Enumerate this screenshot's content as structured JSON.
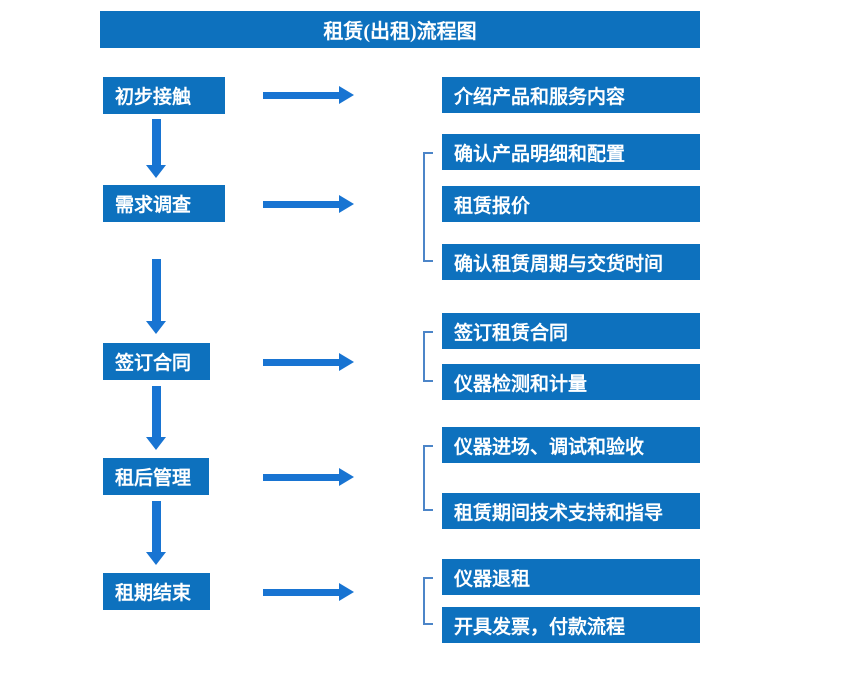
{
  "title": "租赁(出租)流程图",
  "colors": {
    "box": "#0d71be",
    "arrow": "#1874d2",
    "bracket": "#4c85c8",
    "text": "#ffffff"
  },
  "flow": {
    "groups": [
      {
        "step": "初步接触",
        "details": [
          "介绍产品和服务内容"
        ]
      },
      {
        "step": "需求调查",
        "details": [
          "确认产品明细和配置",
          "租赁报价",
          "确认租赁周期与交货时间"
        ]
      },
      {
        "step": "签订合同",
        "details": [
          "签订租赁合同",
          "仪器检测和计量"
        ]
      },
      {
        "step": "租后管理",
        "details": [
          "仪器进场、调试和验收",
          "租赁期间技术支持和指导"
        ]
      },
      {
        "step": "租期结束",
        "details": [
          "仪器退租",
          "开具发票，付款流程"
        ]
      }
    ]
  }
}
